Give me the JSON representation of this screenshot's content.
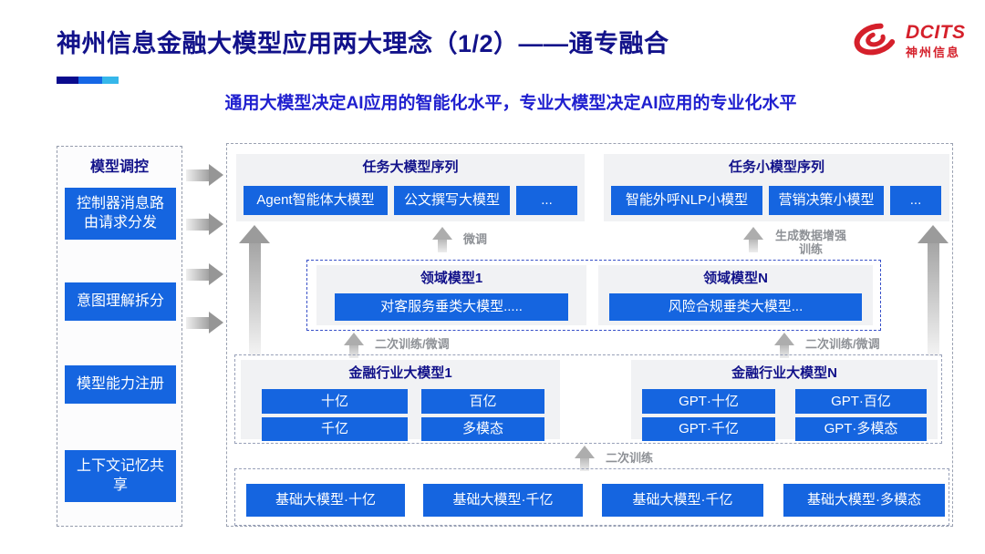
{
  "slide": {
    "title": "神州信息金融大模型应用两大理念（1/2）——通专融合",
    "subtitle": "通用大模型决定AI应用的智能化水平，专业大模型决定AI应用的专业化水平",
    "logo": {
      "brand": "DCITS",
      "brand_cn": "神州信息"
    }
  },
  "sidebar": {
    "title": "模型调控",
    "items": [
      "控制器消息路由请求分发",
      "意图理解拆分",
      "模型能力注册",
      "上下文记忆共享"
    ]
  },
  "task_large": {
    "title": "任务大模型序列",
    "items": [
      "Agent智能体大模型",
      "公文撰写大模型",
      "..."
    ]
  },
  "task_small": {
    "title": "任务小模型序列",
    "items": [
      "智能外呼NLP小模型",
      "营销决策小模型",
      "..."
    ]
  },
  "domain_left": {
    "title": "领域模型1",
    "item": "对客服务垂类大模型....."
  },
  "domain_right": {
    "title": "领域模型N",
    "item": "风险合规垂类大模型..."
  },
  "industry_left": {
    "title": "金融行业大模型1",
    "items": [
      "十亿",
      "百亿",
      "千亿",
      "多模态"
    ]
  },
  "industry_right": {
    "title": "金融行业大模型N",
    "items": [
      "GPT·十亿",
      "GPT·百亿",
      "GPT·千亿",
      "GPT·多模态"
    ]
  },
  "base_models": [
    "基础大模型·十亿",
    "基础大模型·千亿",
    "基础大模型·千亿",
    "基础大模型·多模态"
  ],
  "labels": {
    "finetune": "微调",
    "gen_aug": "生成数据增强训练",
    "retrain_ft": "二次训练/微调",
    "retrain": "二次训练"
  },
  "colors": {
    "node_blue": "#1565E0",
    "title_navy": "#12128A",
    "subtitle_blue": "#2020CF",
    "logo_red": "#D5202B",
    "accent_dark": "#0A0B8D",
    "accent_mid": "#1567E6",
    "accent_cyan": "#36B7EA",
    "label_gray": "#8E9196",
    "box_gray": "#F1F2F4"
  }
}
